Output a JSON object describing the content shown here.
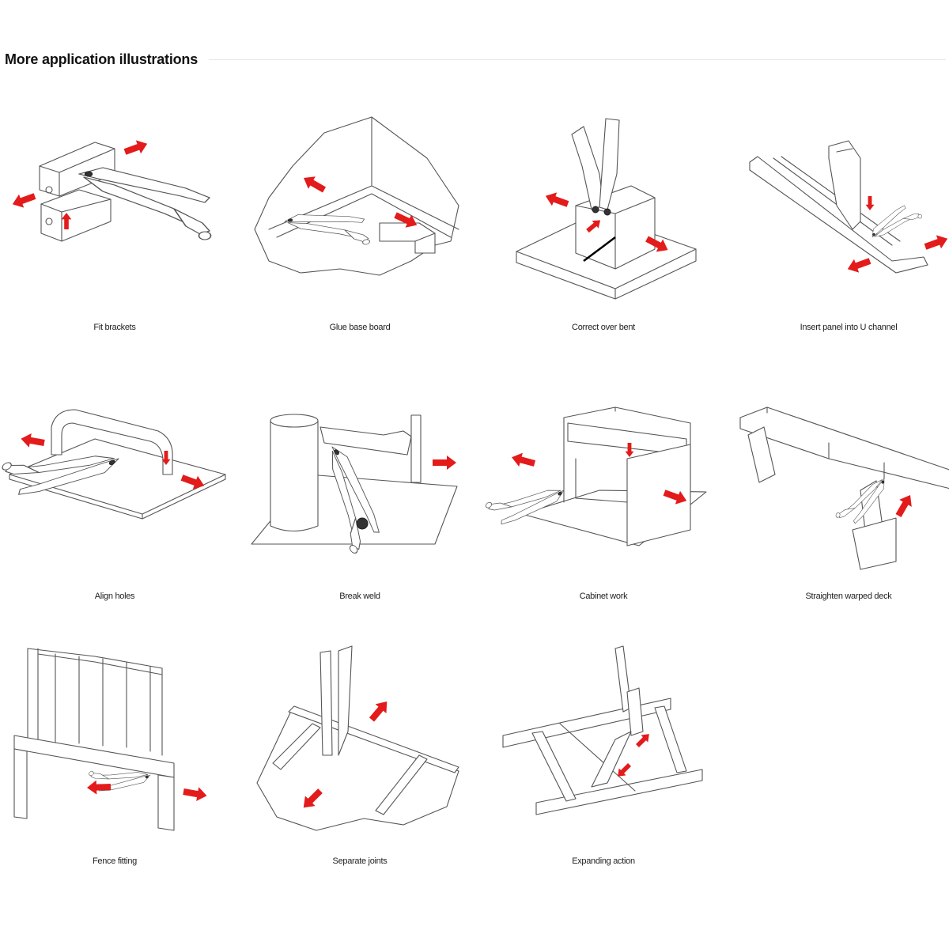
{
  "header": {
    "title": "More application illustrations"
  },
  "accent_color": "#e31b1b",
  "illustrations": [
    {
      "caption": "Fit brackets"
    },
    {
      "caption": "Glue base board"
    },
    {
      "caption": "Correct over bent"
    },
    {
      "caption": "Insert panel into U channel"
    },
    {
      "caption": "Align holes"
    },
    {
      "caption": "Break weld"
    },
    {
      "caption": "Cabinet work"
    },
    {
      "caption": "Straighten warped deck"
    },
    {
      "caption": "Fence fitting"
    },
    {
      "caption": "Separate joints"
    },
    {
      "caption": "Expanding action"
    }
  ]
}
